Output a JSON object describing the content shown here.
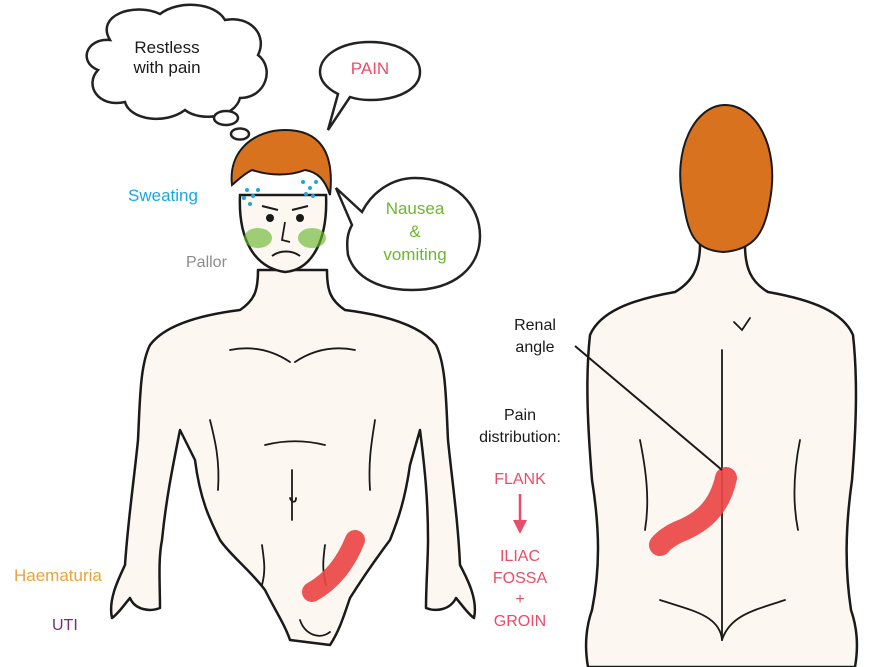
{
  "labels": {
    "thought": [
      "Restless",
      "with pain"
    ],
    "speech": "PAIN",
    "sweating": "Sweating",
    "nausea": [
      "Nausea",
      "&",
      "vomiting"
    ],
    "pallor": "Pallor",
    "renal_angle": [
      "Renal",
      "angle"
    ],
    "pain_distribution": [
      "Pain",
      "distribution:"
    ],
    "flank": "FLANK",
    "iliac": [
      "ILIAC",
      "FOSSA",
      "+",
      "GROIN"
    ],
    "haematuria": "Haematuria",
    "uti": "UTI"
  },
  "colors": {
    "pain_red": "#e84d6a",
    "sweat_blue": "#1aa7e0",
    "nausea_green": "#6bb82e",
    "pallor_gray": "#8c8c8c",
    "haematuria_orange": "#e8a33d",
    "uti_purple": "#7a2a82",
    "hair": "#d9721f",
    "skin": "#fdf7f2",
    "pain_band": "#ea4646"
  }
}
